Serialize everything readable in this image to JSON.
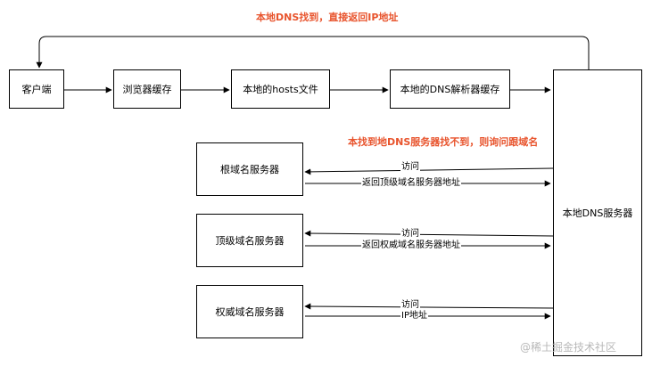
{
  "nodes": {
    "client": "客户端",
    "browser_cache": "浏览器缓存",
    "hosts_file": "本地的hosts文件",
    "dns_resolver_cache": "本地的DNS解析器缓存",
    "local_dns_server": "本地DNS服务器",
    "root_server": "根域名服务器",
    "tld_server": "顶级域名服务器",
    "authoritative_server": "权威域名服务器"
  },
  "edges": {
    "visit_root": "访问",
    "return_tld": "返回顶级域名服务器地址",
    "visit_tld": "访问",
    "return_auth": "返回权威域名服务器地址",
    "visit_auth": "访问",
    "return_ip": "IP地址"
  },
  "notes": {
    "top": "本地DNS找到，直接返回IP地址",
    "middle": "本找到地DNS服务器找不到，则询问跟域名"
  },
  "watermark": "@稀土掘金技术社区",
  "colors": {
    "note": "#e8542d",
    "line": "#000000"
  }
}
